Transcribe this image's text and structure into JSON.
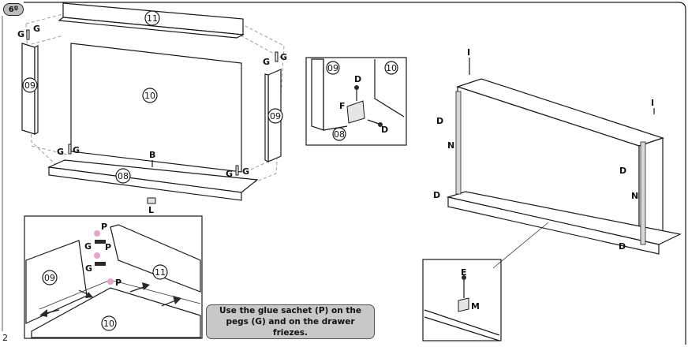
{
  "step": {
    "label": "6º"
  },
  "page_number": "2",
  "note": {
    "text": "Use the glue sachet (P) on the pegs (G) and on the drawer friezes."
  },
  "parts": {
    "p08": "08",
    "p09": "09",
    "p10": "10",
    "p11": "11"
  },
  "letters": {
    "G": "G",
    "B": "B",
    "L": "L",
    "D": "D",
    "F": "F",
    "P": "P",
    "I": "I",
    "N": "N",
    "E": "E",
    "M": "M"
  }
}
